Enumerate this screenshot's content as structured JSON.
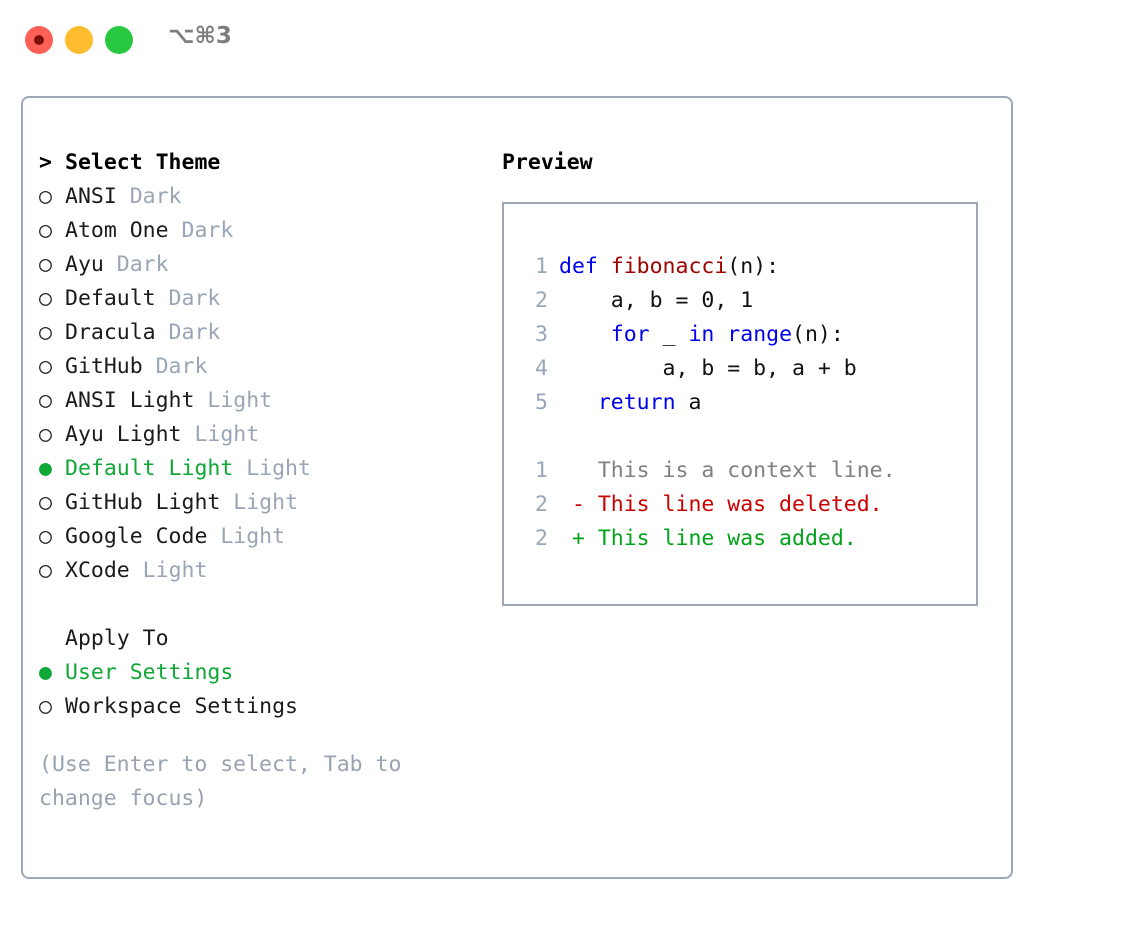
{
  "titlebar": {
    "shortcut": "⌥⌘3",
    "buttons": [
      {
        "name": "close",
        "color": "#FF5F57"
      },
      {
        "name": "minimize",
        "color": "#FEBC2E"
      },
      {
        "name": "zoom",
        "color": "#28C840"
      }
    ]
  },
  "colors": {
    "accent_green": "#0FA836",
    "muted": "#9AA5B5",
    "hint": "#98A2B0",
    "border": "#9FA8B8",
    "keyword_blue": "#0000EE",
    "function_red": "#A00000",
    "diff_deleted": "#CC0000",
    "diff_added": "#00A319",
    "diff_context": "#808080"
  },
  "theme_list": {
    "header_marker": ">",
    "header_label": "Select Theme",
    "marker_selected": "●",
    "marker_unselected": "○",
    "items": [
      {
        "name": "ANSI",
        "variant": "Dark",
        "selected": false
      },
      {
        "name": "Atom One",
        "variant": "Dark",
        "selected": false
      },
      {
        "name": "Ayu",
        "variant": "Dark",
        "selected": false
      },
      {
        "name": "Default",
        "variant": "Dark",
        "selected": false
      },
      {
        "name": "Dracula",
        "variant": "Dark",
        "selected": false
      },
      {
        "name": "GitHub",
        "variant": "Dark",
        "selected": false
      },
      {
        "name": "ANSI Light",
        "variant": "Light",
        "selected": false
      },
      {
        "name": "Ayu Light",
        "variant": "Light",
        "selected": false
      },
      {
        "name": "Default Light",
        "variant": "Light",
        "selected": true
      },
      {
        "name": "GitHub Light",
        "variant": "Light",
        "selected": false
      },
      {
        "name": "Google Code",
        "variant": "Light",
        "selected": false
      },
      {
        "name": "XCode",
        "variant": "Light",
        "selected": false
      }
    ]
  },
  "apply_to": {
    "header_label": "Apply To",
    "items": [
      {
        "name": "User Settings",
        "selected": true
      },
      {
        "name": "Workspace Settings",
        "selected": false
      }
    ]
  },
  "hint": {
    "text": "(Use Enter to select, Tab to change focus)"
  },
  "preview": {
    "title": "Preview",
    "code_lines": [
      {
        "n": "1",
        "tokens": [
          {
            "t": "def ",
            "c": "kw"
          },
          {
            "t": "fibonacci",
            "c": "fn"
          },
          {
            "t": "(n):",
            "c": "pl"
          }
        ]
      },
      {
        "n": "2",
        "tokens": [
          {
            "t": "    a, b = 0, 1",
            "c": "pl"
          }
        ]
      },
      {
        "n": "3",
        "tokens": [
          {
            "t": "    ",
            "c": "pl"
          },
          {
            "t": "for",
            "c": "kw"
          },
          {
            "t": " _ ",
            "c": "pl"
          },
          {
            "t": "in range",
            "c": "kw"
          },
          {
            "t": "(n):",
            "c": "pl"
          }
        ]
      },
      {
        "n": "4",
        "tokens": [
          {
            "t": "        a, b = b, a + b",
            "c": "pl"
          }
        ]
      },
      {
        "n": "5",
        "tokens": [
          {
            "t": "   ",
            "c": "pl"
          },
          {
            "t": "return",
            "c": "kw"
          },
          {
            "t": " a",
            "c": "pl"
          }
        ]
      }
    ],
    "diff_lines": [
      {
        "n": "1",
        "sign": "  ",
        "text": "This is a context line.",
        "cls": "ctx"
      },
      {
        "n": "2",
        "sign": "- ",
        "text": "This line was deleted.",
        "cls": "del"
      },
      {
        "n": "2",
        "sign": "+ ",
        "text": "This line was added.",
        "cls": "add"
      }
    ]
  }
}
